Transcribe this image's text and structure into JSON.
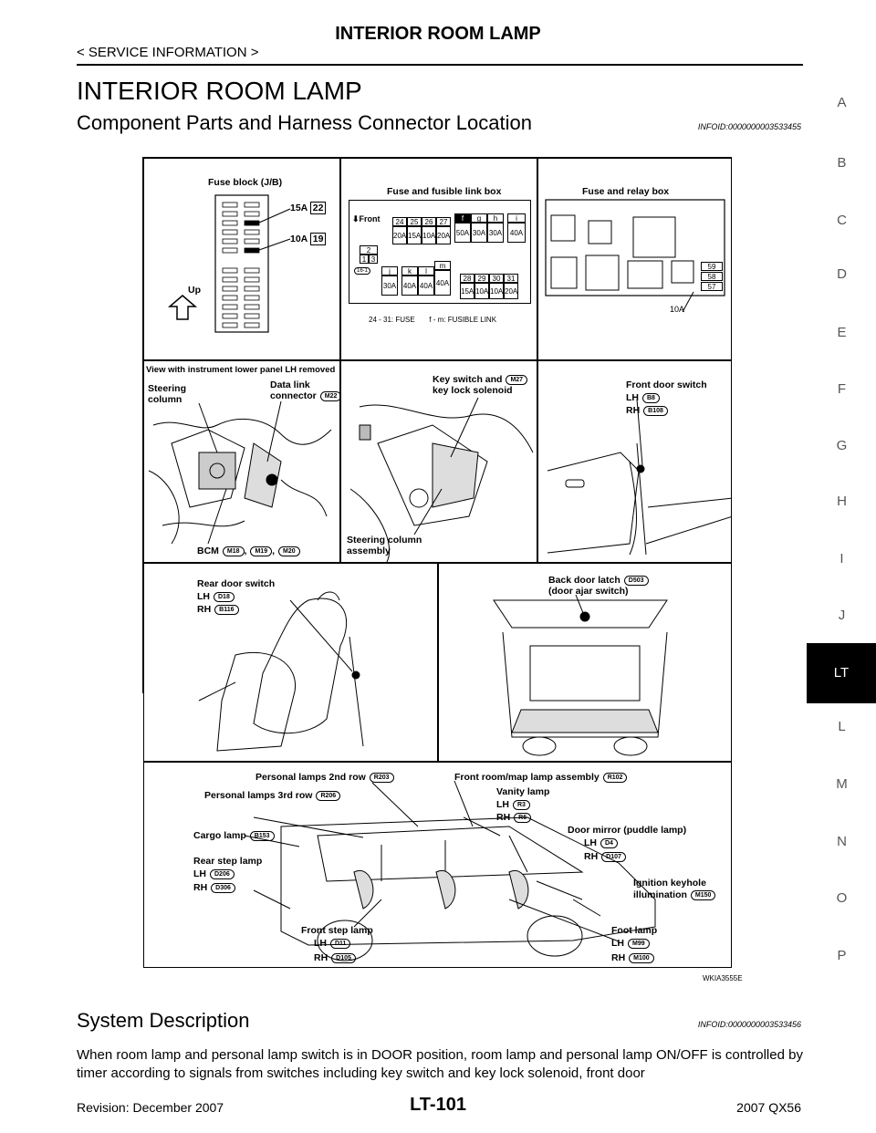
{
  "header": {
    "title": "INTERIOR ROOM LAMP",
    "subtitle": "< SERVICE INFORMATION >"
  },
  "section_title": "INTERIOR ROOM LAMP",
  "sections": [
    {
      "title": "Component Parts and Harness Connector Location",
      "info_id": "INFOID:0000000003533455"
    },
    {
      "title": "System Description",
      "info_id": "INFOID:0000000003533456"
    }
  ],
  "side_index": [
    "A",
    "B",
    "C",
    "D",
    "E",
    "F",
    "G",
    "H",
    "I",
    "J",
    "LT",
    "L",
    "M",
    "N",
    "O",
    "P"
  ],
  "side_index_selected": "LT",
  "figure": {
    "id": "WKIA3555E",
    "fuse_block": {
      "title": "Fuse block (J/B)",
      "f1_amp": "15A",
      "f1_no": "22",
      "f2_amp": "10A",
      "f2_no": "19",
      "up": "Up"
    },
    "link_box": {
      "title": "Fuse and fusible link box",
      "front": "Front",
      "top_nums": [
        "24",
        "25",
        "26",
        "27"
      ],
      "top_amps": [
        "20A",
        "15A",
        "10A",
        "20A"
      ],
      "f_letter": "f",
      "f_amp": "50A",
      "g_letter": "g",
      "g_amp": "30A",
      "h_letter": "h",
      "h_amp": "30A",
      "i_letter": "i",
      "i_amp": "40A",
      "small_nums": [
        "2",
        "1",
        "3"
      ],
      "tag": "16-1",
      "j_letter": "j",
      "j_amp": "30A",
      "k_letter": "k",
      "k_amp": "40A",
      "l_letter": "l",
      "l_amp": "40A",
      "m_letter": "m",
      "m_amp": "40A",
      "bot_nums": [
        "28",
        "29",
        "30",
        "31"
      ],
      "bot_amps": [
        "15A",
        "10A",
        "10A",
        "20A"
      ],
      "legend": "24 - 31: FUSE       f - m: FUSIBLE LINK"
    },
    "relay_box": {
      "title": "Fuse and relay box",
      "nums": [
        "59",
        "58",
        "57"
      ],
      "amp": "10A"
    },
    "panel_view": {
      "title": "View with instrument lower panel LH removed",
      "steering": "Steering",
      "column": "column",
      "data_link": "Data link",
      "connector": "connector",
      "m22": "M22",
      "bcm": "BCM",
      "m18": "M18",
      "m19": "M19",
      "m20": "M20",
      "comma": ","
    },
    "key_switch": {
      "line1": "Key switch and",
      "line2": "key lock solenoid",
      "code": "M27",
      "steer1": "Steering column",
      "steer2": "assembly"
    },
    "front_door": {
      "title": "Front door switch",
      "lh": "LH",
      "lh_code": "B8",
      "rh": "RH",
      "rh_code": "B108"
    },
    "rear_door": {
      "title": "Rear door switch",
      "lh": "LH",
      "lh_code": "D18",
      "rh": "RH",
      "rh_code": "B116"
    },
    "back_door": {
      "line1": "Back door latch",
      "line2": "(door ajar switch)",
      "code": "D503"
    },
    "vehicle": {
      "personal_2nd": "Personal lamps 2nd row",
      "personal_2nd_code": "R203",
      "personal_3rd": "Personal lamps 3rd row",
      "personal_3rd_code": "R206",
      "cargo": "Cargo lamp",
      "cargo_code": "B153",
      "rear_step": "Rear step lamp",
      "rear_lh": "LH",
      "rear_lh_code": "D206",
      "rear_rh": "RH",
      "rear_rh_code": "D306",
      "front_room": "Front room/map lamp assembly",
      "front_room_code": "R102",
      "vanity": "Vanity lamp",
      "vanity_lh": "LH",
      "vanity_lh_code": "R3",
      "vanity_rh": "RH",
      "vanity_rh_code": "R6",
      "mirror": "Door mirror (puddle lamp)",
      "mirror_lh": "LH",
      "mirror_lh_code": "D4",
      "mirror_rh": "RH",
      "mirror_rh_code": "D107",
      "ign1": "Ignition keyhole",
      "ign2": "illumination",
      "ign_code": "M150",
      "front_step": "Front step lamp",
      "fs_lh": "LH",
      "fs_lh_code": "D11",
      "fs_rh": "RH",
      "fs_rh_code": "D105",
      "foot": "Foot lamp",
      "foot_lh": "LH",
      "foot_lh_code": "M99",
      "foot_rh": "RH",
      "foot_rh_code": "M100"
    }
  },
  "body_text": "When room lamp and personal lamp switch is in DOOR position, room lamp and personal lamp ON/OFF is controlled by timer according to signals from switches including key switch and key lock solenoid, front door",
  "footer": {
    "revision": "Revision: December 2007",
    "page": "LT-101",
    "model": "2007 QX56"
  }
}
